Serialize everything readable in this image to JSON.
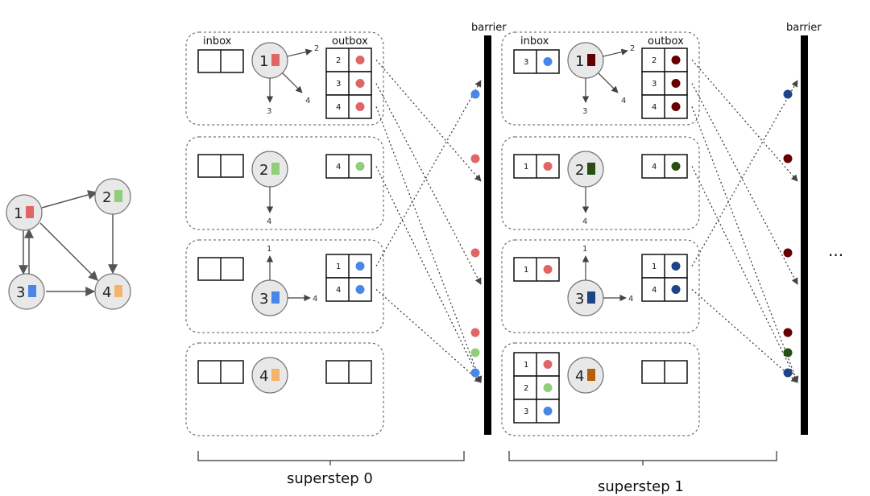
{
  "labels": {
    "inbox": "inbox",
    "outbox": "outbox",
    "barrier": "barrier",
    "superstep0": "superstep 0",
    "superstep1": "superstep 1",
    "ellipsis": "..."
  },
  "colors": {
    "v1_s0": "#e06666",
    "v2_s0": "#8fce7a",
    "v3_s0": "#4a86e8",
    "v4_s0": "#f6b26b",
    "v1_s1": "#660000",
    "v2_s1": "#274e13",
    "v3_s1": "#1c4587",
    "v4_s1": "#b45f06"
  },
  "graph": {
    "nodes": [
      "1",
      "2",
      "3",
      "4"
    ],
    "edges": [
      [
        "1",
        "2"
      ],
      [
        "1",
        "3"
      ],
      [
        "1",
        "4"
      ],
      [
        "3",
        "1"
      ],
      [
        "2",
        "4"
      ],
      [
        "3",
        "4"
      ]
    ]
  },
  "superstep0": {
    "workers": [
      {
        "vertex": "1",
        "inbox": [],
        "outbox": [
          {
            "to": "2",
            "color": "v1_s0"
          },
          {
            "to": "3",
            "color": "v1_s0"
          },
          {
            "to": "4",
            "color": "v1_s0"
          }
        ],
        "edges": [
          "2",
          "3",
          "4"
        ]
      },
      {
        "vertex": "2",
        "inbox": [],
        "outbox": [
          {
            "to": "4",
            "color": "v2_s0"
          }
        ],
        "edges": [
          "4"
        ]
      },
      {
        "vertex": "3",
        "inbox": [],
        "outbox": [
          {
            "to": "1",
            "color": "v3_s0"
          },
          {
            "to": "4",
            "color": "v3_s0"
          }
        ],
        "edges": [
          "1",
          "4"
        ]
      },
      {
        "vertex": "4",
        "inbox": [],
        "outbox": [],
        "edges": []
      }
    ]
  },
  "superstep1": {
    "workers": [
      {
        "vertex": "1",
        "inbox": [
          {
            "from": "3",
            "color": "v3_s0"
          }
        ],
        "outbox": [
          {
            "to": "2",
            "color": "v1_s1"
          },
          {
            "to": "3",
            "color": "v1_s1"
          },
          {
            "to": "4",
            "color": "v1_s1"
          }
        ],
        "edges": [
          "2",
          "3",
          "4"
        ]
      },
      {
        "vertex": "2",
        "inbox": [
          {
            "from": "1",
            "color": "v1_s0"
          }
        ],
        "outbox": [
          {
            "to": "4",
            "color": "v2_s1"
          }
        ],
        "edges": [
          "4"
        ]
      },
      {
        "vertex": "3",
        "inbox": [
          {
            "from": "1",
            "color": "v1_s0"
          }
        ],
        "outbox": [
          {
            "to": "1",
            "color": "v3_s1"
          },
          {
            "to": "4",
            "color": "v3_s1"
          }
        ],
        "edges": [
          "1",
          "4"
        ]
      },
      {
        "vertex": "4",
        "inbox": [
          {
            "from": "1",
            "color": "v1_s0"
          },
          {
            "from": "2",
            "color": "v2_s0"
          },
          {
            "from": "3",
            "color": "v3_s0"
          }
        ],
        "outbox": [],
        "edges": []
      }
    ]
  }
}
